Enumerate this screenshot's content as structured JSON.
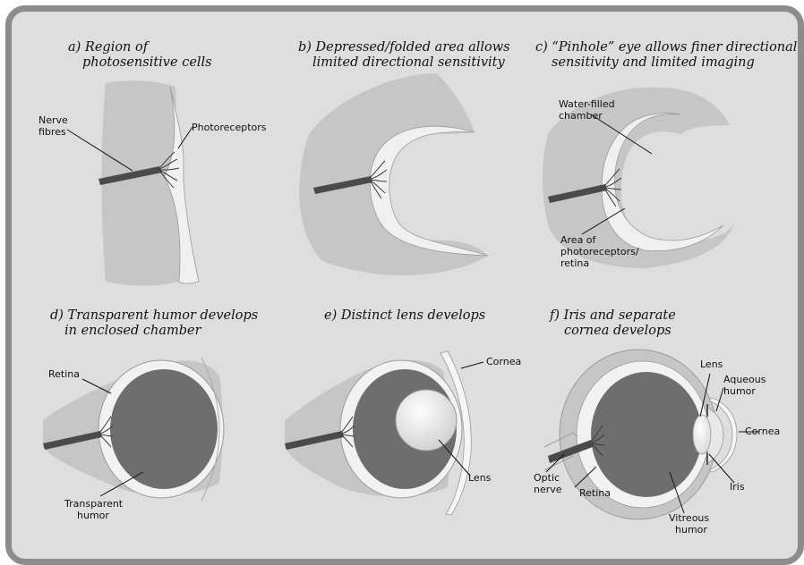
{
  "panels": {
    "a": {
      "caption_1": "a) Region of",
      "caption_2": "photosensitive cells",
      "nerve_label_1": "Nerve",
      "nerve_label_2": "fibres",
      "photoreceptors_label": "Photoreceptors"
    },
    "b": {
      "caption_1": "b) Depressed/folded area allows",
      "caption_2": "limited directional sensitivity"
    },
    "c": {
      "caption_1": "c) “Pinhole” eye allows finer directional",
      "caption_2": "sensitivity and limited imaging",
      "chamber_label_1": "Water-filled",
      "chamber_label_2": "chamber",
      "area_label_1": "Area of",
      "area_label_2": "photoreceptors/",
      "area_label_3": "retina"
    },
    "d": {
      "caption_1": "d) Transparent humor develops",
      "caption_2": "in enclosed chamber",
      "retina_label": "Retina",
      "humor_label_1": "Transparent",
      "humor_label_2": "humor"
    },
    "e": {
      "caption_1": "e) Distinct lens develops",
      "cornea_label": "Cornea",
      "lens_label": "Lens"
    },
    "f": {
      "caption_1": "f) Iris and separate",
      "caption_2": "cornea develops",
      "lens_label": "Lens",
      "aqueous_label_1": "Aqueous",
      "aqueous_label_2": "humor",
      "cornea_label": "Cornea",
      "iris_label": "Iris",
      "optic_label_1": "Optic",
      "optic_label_2": "nerve",
      "retina_label": "Retina",
      "vitreous_label_1": "Vitreous",
      "vitreous_label_2": "humor"
    }
  },
  "colors": {
    "frame_border": "#8c8c8c",
    "panel_background": "#dedede",
    "tissue": "#c6c6c6",
    "retina_layer": "#f2f2f2",
    "humor": "#6e6e6e",
    "lens": "#eeeeee",
    "nerve": "#4a4a4a"
  }
}
